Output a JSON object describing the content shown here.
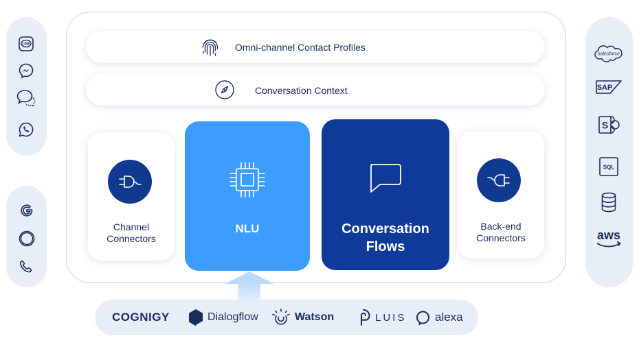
{
  "bars": {
    "profiles_label": "Omni-channel Contact Profiles",
    "context_label": "Conversation Context"
  },
  "cards": {
    "channel": {
      "line1": "Channel",
      "line2": "Connectors"
    },
    "nlu": {
      "label": "NLU"
    },
    "flows": {
      "line1": "Conversation",
      "line2": "Flows"
    },
    "backend": {
      "line1": "Back-end",
      "line2": "Connectors"
    }
  },
  "brands": {
    "cognigy": "COGNIGY",
    "dialogflow": "Dialogflow",
    "watson": "Watson",
    "luis": "LUIS",
    "alexa": "alexa"
  },
  "right_icons": {
    "salesforce": "salesforce",
    "sap": "SAP",
    "sharepoint": "S",
    "sql": "SQL",
    "aws": "aws"
  },
  "left_top_icons": [
    "line-icon",
    "messenger-icon",
    "chat-bubbles-icon",
    "whatsapp-icon"
  ],
  "left_bottom_icons": [
    "google-assistant-icon",
    "alexa-ring-icon",
    "phone-icon"
  ],
  "colors": {
    "navy": "#0f3a99",
    "blue": "#3d9dff",
    "pale": "#e8eef8",
    "text": "#1a2b5e"
  }
}
